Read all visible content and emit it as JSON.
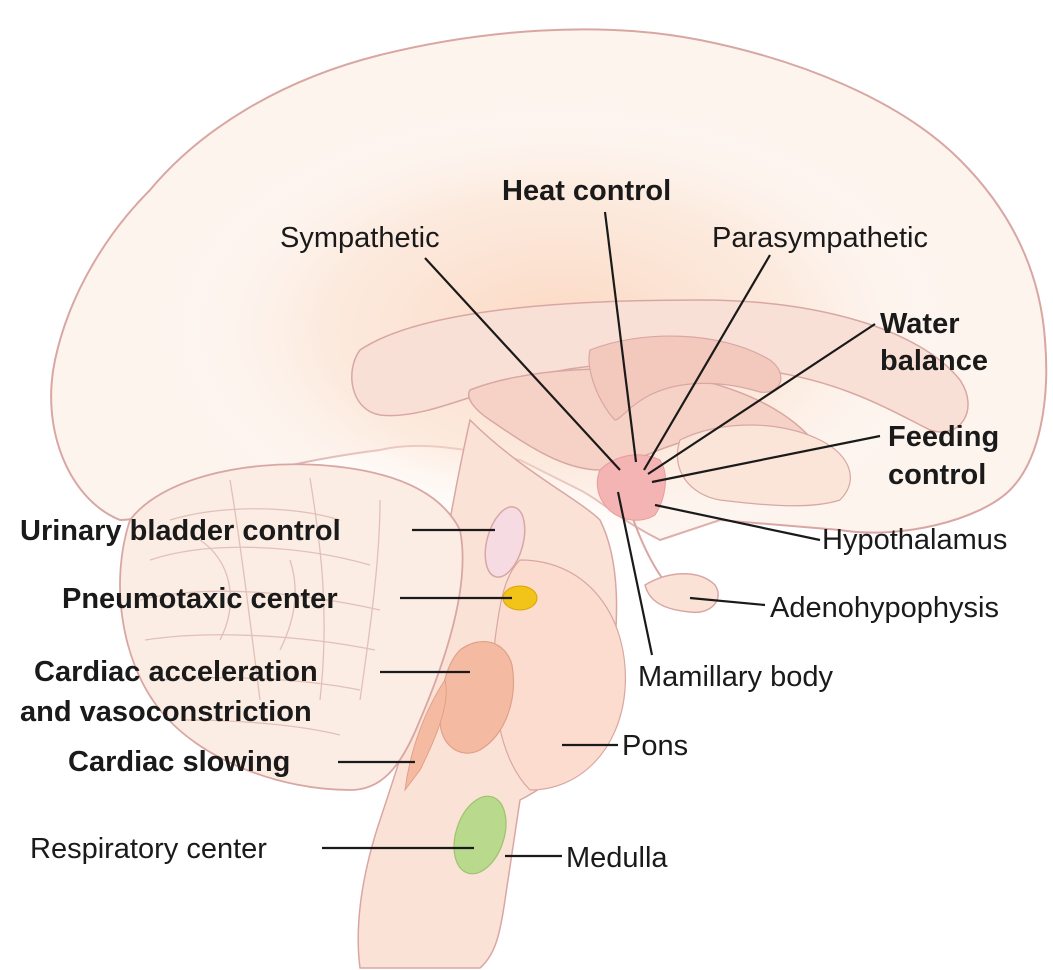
{
  "labels": {
    "heat_control": "Heat control",
    "sympathetic": "Sympathetic",
    "parasympathetic": "Parasympathetic",
    "water_balance_line1": "Water",
    "water_balance_line2": "balance",
    "feeding_control_line1": "Feeding",
    "feeding_control_line2": "control",
    "hypothalamus": "Hypothalamus",
    "urinary_bladder_control": "Urinary bladder control",
    "pneumotaxic_center": "Pneumotaxic center",
    "adenohypophysis": "Adenohypophysis",
    "cardiac_acceleration_line1": "Cardiac acceleration",
    "cardiac_acceleration_line2": "and vasoconstriction",
    "mamillary_body": "Mamillary body",
    "pons": "Pons",
    "cardiac_slowing": "Cardiac slowing",
    "respiratory_center": "Respiratory center",
    "medulla": "Medulla"
  },
  "colors": {
    "outline": "#d9a7a3",
    "brain_fill": "#fdf3ec",
    "glow": "#fbd8c0",
    "structure_fill": "#f8d9cf",
    "hypothalamus_fill": "#f4b4b4",
    "bladder_fill": "#f7dbe3",
    "pneumotaxic_fill": "#f2c318",
    "cardiac_accel_fill": "#f5bba2",
    "respiratory_fill": "#b9d98c",
    "leader_line": "#1a1a1a"
  }
}
